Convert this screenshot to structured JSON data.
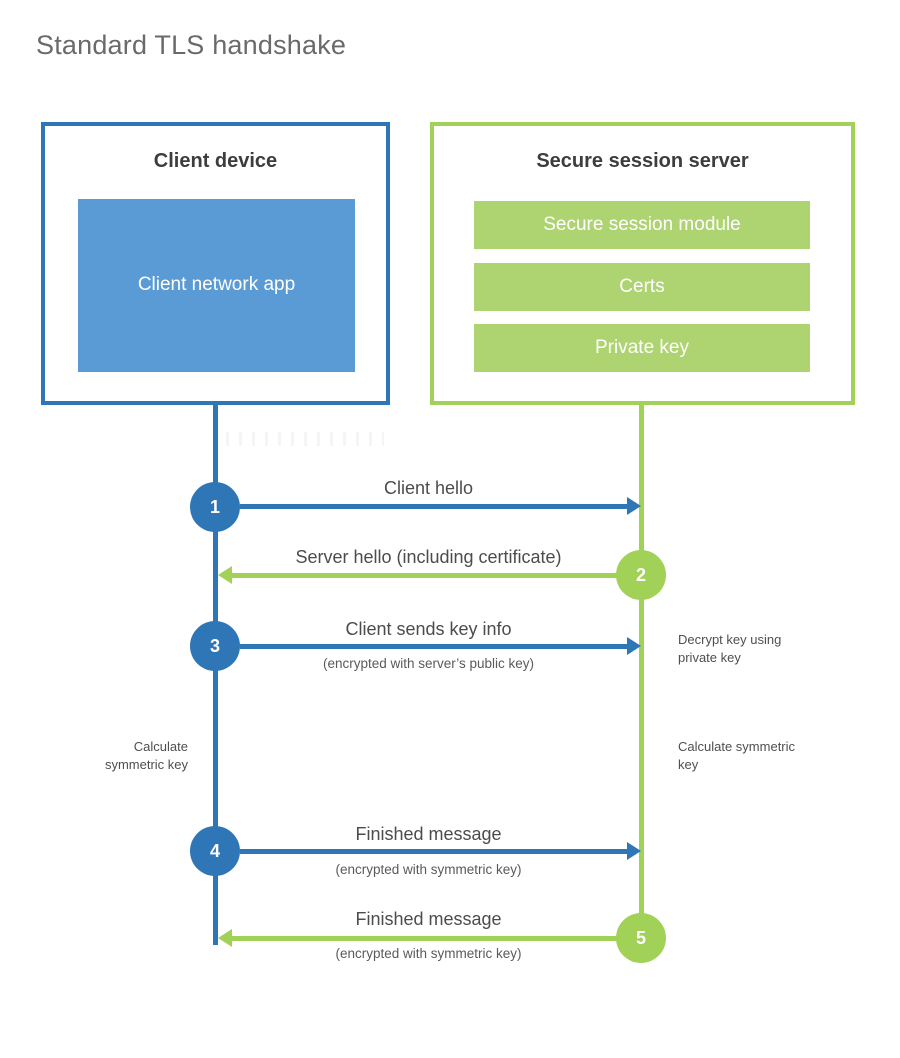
{
  "title": "Standard TLS handshake",
  "colors": {
    "blue": "#2e76b6",
    "blue_fill": "#5b9bd5",
    "green": "#a2d158",
    "green_bar": "#aed471",
    "heading_text": "#3d3d3d",
    "label_text": "#4c4c4c",
    "title_text": "#6a6a6a"
  },
  "client": {
    "title": "Client device",
    "app_label": "Client network app"
  },
  "server": {
    "title": "Secure session server",
    "modules": [
      "Secure session module",
      "Certs",
      "Private key"
    ]
  },
  "steps": [
    {
      "num": "1",
      "color": "blue",
      "direction": "right",
      "label": "Client hello",
      "sublabel": ""
    },
    {
      "num": "2",
      "color": "green",
      "direction": "left",
      "label": "Server hello (including certificate)",
      "sublabel": ""
    },
    {
      "num": "3",
      "color": "blue",
      "direction": "right",
      "label": "Client sends key info",
      "sublabel": "(encrypted with server’s public key)"
    },
    {
      "num": "4",
      "color": "blue",
      "direction": "right",
      "label": "Finished message",
      "sublabel": "(encrypted with symmetric key)"
    },
    {
      "num": "5",
      "color": "green",
      "direction": "left",
      "label": "Finished message",
      "sublabel": "(encrypted with symmetric key)"
    }
  ],
  "annotations": {
    "decrypt_note": "Decrypt key using private key",
    "calculate_left": "Calculate symmetric key",
    "calculate_right": "Calculate symmetric key"
  }
}
